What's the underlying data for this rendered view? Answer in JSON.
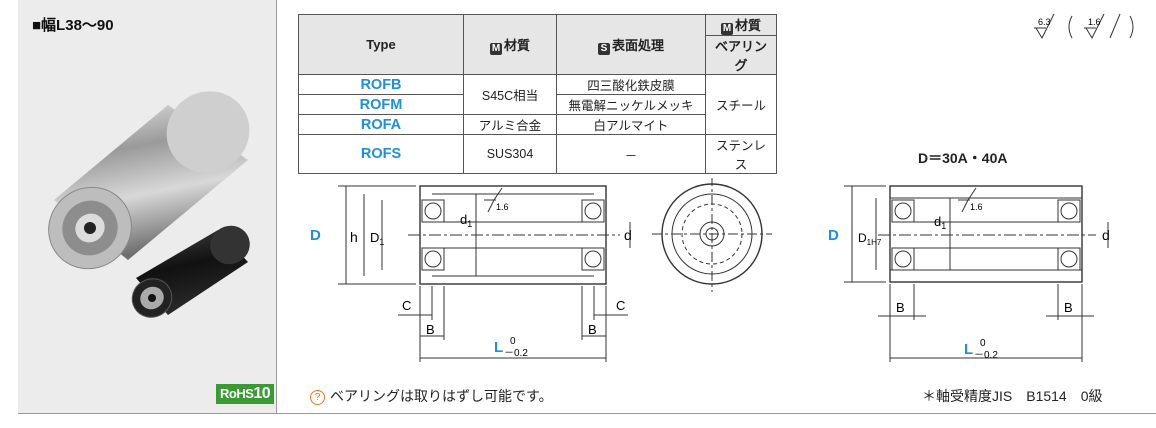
{
  "left": {
    "title": "■幅L38〜90",
    "rohs_prefix": "RoHS",
    "rohs_num": "10"
  },
  "table": {
    "headers": {
      "type": "Type",
      "material_icon": "M",
      "material": "材質",
      "surface_icon": "S",
      "surface": "表面処理",
      "bearing_material_icon": "M",
      "bearing_material": "材質",
      "bearing": "ベアリング"
    },
    "rows": [
      {
        "type": "ROFB",
        "surface": "四三酸化鉄皮膜"
      },
      {
        "type": "ROFM",
        "surface": "無電解ニッケルメッキ"
      },
      {
        "type": "ROFA",
        "material": "アルミ合金",
        "surface": "白アルマイト"
      },
      {
        "type": "ROFS",
        "material": "SUS304",
        "surface": "－",
        "bearing": "ステンレス"
      }
    ],
    "material_s45c": "S45C相当",
    "bearing_steel": "スチール"
  },
  "surface_roughness": {
    "main": "6.3",
    "other": "1.6"
  },
  "drawing1": {
    "D": "D",
    "h": "h",
    "D1": "D",
    "D1_sub": "1",
    "d1": "d",
    "d1_sub": "1",
    "d": "d",
    "C_left": "C",
    "C_right": "C",
    "B_left": "B",
    "B_right": "B",
    "L": "L",
    "tol_upper": "0",
    "tol_lower": "－0.2",
    "rough": "1.6"
  },
  "drawing2": {
    "title": "D＝30A・40A",
    "D": "D",
    "D1": "D",
    "D1_sub": "1H7",
    "d1": "d",
    "d1_sub": "1",
    "d": "d",
    "B_left": "B",
    "B_right": "B",
    "L": "L",
    "tol_upper": "0",
    "tol_lower": "－0.2",
    "rough": "1.6"
  },
  "notes": {
    "bulb": "?",
    "bearing_removable": "ベアリングは取りはずし可能です。",
    "precision": "＊軸受精度JIS　B1514　0級"
  },
  "colors": {
    "accent_blue": "#1f8fd8",
    "rohs_green": "#3a9a34",
    "panel_gray": "#ececec"
  }
}
